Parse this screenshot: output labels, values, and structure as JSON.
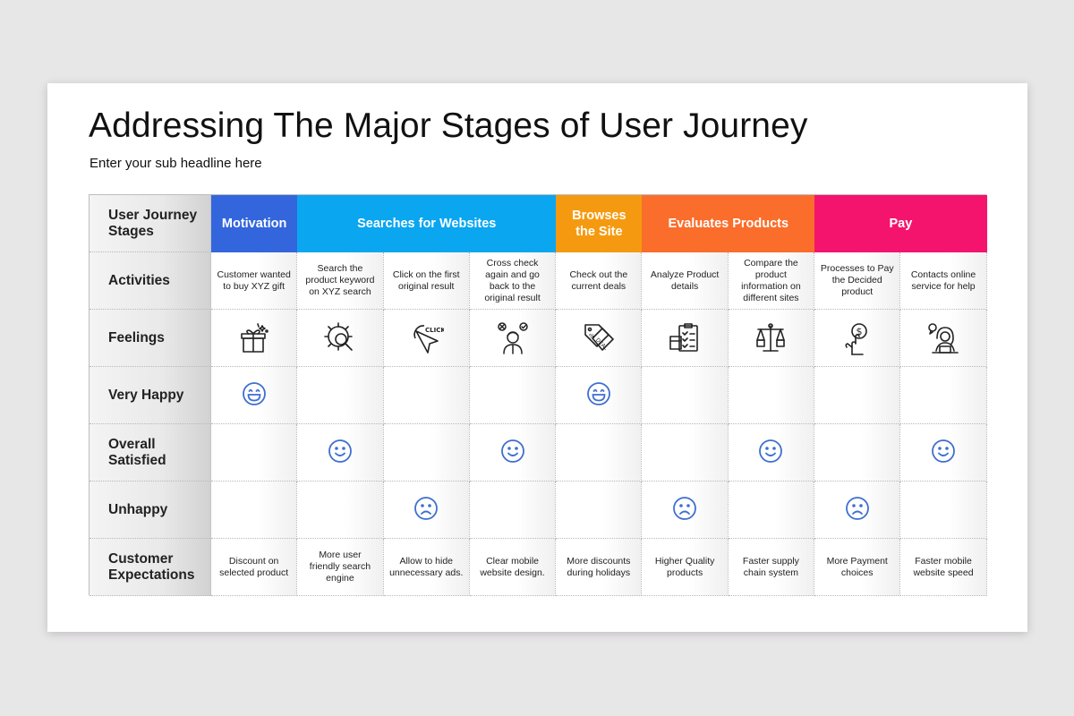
{
  "title": "Addressing The Major Stages of User Journey",
  "subtitle": "Enter your sub headline here",
  "row_labels": {
    "stages": "User Journey Stages",
    "activities": "Activities",
    "feelings": "Feelings",
    "very_happy": "Very Happy",
    "satisfied": "Overall Satisfied",
    "unhappy": "Unhappy",
    "expectations": "Customer Expectations"
  },
  "stages": [
    {
      "label": "Motivation",
      "color": "#3366dd"
    },
    {
      "label": "Searches for Websites",
      "color": "#0aa6f0"
    },
    {
      "label": "Browses the Site",
      "color": "#f59a10"
    },
    {
      "label": "Evaluates Products",
      "color": "#fb6d2b"
    },
    {
      "label": "Pay",
      "color": "#f4146e"
    }
  ],
  "activities": [
    "Customer wanted to buy XYZ gift",
    "Search the product keyword on XYZ search",
    "Click on the first original result",
    "Cross check again and go back to the original result",
    "Check out the current deals",
    "Analyze Product details",
    "Compare the product information on different sites",
    "Processes to Pay the Decided product",
    "Contacts online service for help"
  ],
  "feeling_icons": [
    "gift-icon",
    "gear-search-icon",
    "click-cursor-icon",
    "decision-person-icon",
    "deal-tag-icon",
    "clipboard-checklist-icon",
    "balance-scale-icon",
    "hand-coin-icon",
    "support-agent-icon"
  ],
  "mood_levels": [
    "very_happy",
    "satisfied",
    "unhappy",
    "satisfied",
    "very_happy",
    "unhappy",
    "satisfied",
    "unhappy",
    "satisfied"
  ],
  "expectations": [
    "Discount on selected product",
    "More user friendly search engine",
    "Allow to hide unnecessary ads.",
    "Clear mobile website design.",
    "More discounts during holidays",
    "Higher Quality products",
    "Faster supply chain system",
    "More Payment choices",
    "Faster mobile website speed"
  ],
  "colors": {
    "face": "#3e6fd0",
    "icon": "#222222"
  }
}
